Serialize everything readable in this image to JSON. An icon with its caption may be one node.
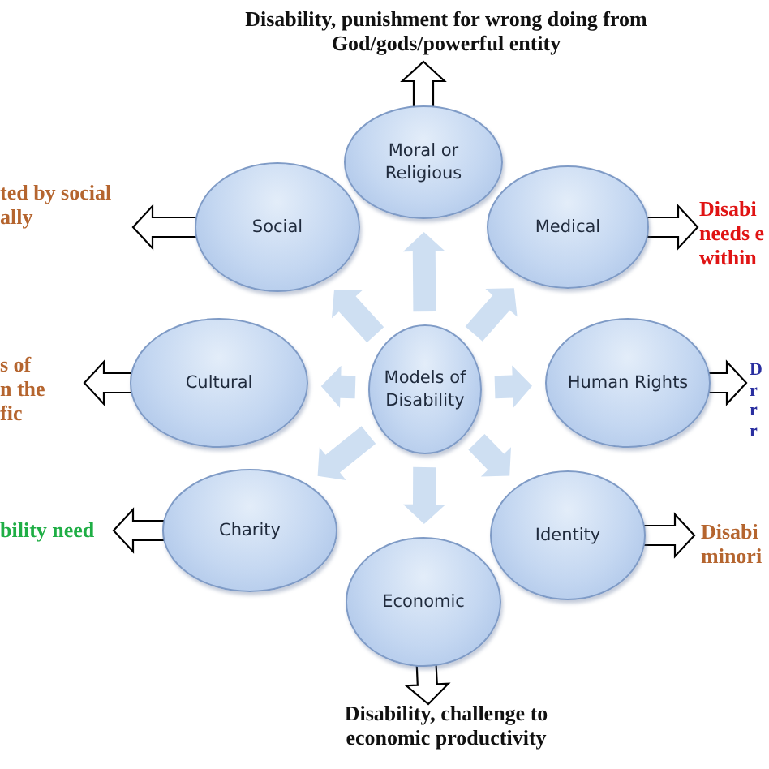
{
  "diagram": {
    "nodes": [
      {
        "text": [
          "Models of Disability"
        ]
      },
      {
        "text": [
          "Moral or Religious"
        ]
      },
      {
        "text": [
          "Social"
        ]
      },
      {
        "text": [
          "Medical"
        ]
      },
      {
        "text": [
          "Cultural"
        ]
      },
      {
        "text": [
          "Human Rights"
        ]
      },
      {
        "text": [
          "Charity"
        ]
      },
      {
        "text": [
          "Identity"
        ]
      },
      {
        "text": [
          "Economic"
        ]
      },
      {
        "text": [
          "Disability, punishment for wrong doing from God/gods/powerful entity"
        ]
      },
      {
        "text": [
          "ted by social ally"
        ]
      },
      {
        "text": [
          "Disabi needs e within"
        ]
      },
      {
        "text": [
          "s of n the fic"
        ]
      },
      {
        "text": [
          "D r r r"
        ]
      },
      {
        "text": [
          "bility need"
        ]
      },
      {
        "text": [
          "Disabi minori"
        ]
      },
      {
        "text": [
          "Disability, challenge to economic productivity"
        ]
      }
    ],
    "edges": [
      {
        "from": 0,
        "to": 1,
        "arrow": "to",
        "style": "thick",
        "color": "#c6d9f0"
      },
      {
        "from": 0,
        "to": 3,
        "arrow": "to",
        "style": "thick",
        "color": "#c6d9f0"
      },
      {
        "from": 0,
        "to": 5,
        "arrow": "to",
        "style": "thick",
        "color": "#c6d9f0"
      },
      {
        "from": 0,
        "to": 7,
        "arrow": "to",
        "style": "thick",
        "color": "#c6d9f0"
      },
      {
        "from": 0,
        "to": 8,
        "arrow": "to",
        "style": "thick",
        "color": "#c6d9f0"
      },
      {
        "from": 0,
        "to": 6,
        "arrow": "to",
        "style": "thick",
        "color": "#c6d9f0"
      },
      {
        "from": 0,
        "to": 4,
        "arrow": "to",
        "style": "thick",
        "color": "#c6d9f0"
      },
      {
        "from": 0,
        "to": 2,
        "arrow": "to",
        "style": "thick",
        "color": "#c6d9f0"
      },
      {
        "from": 1,
        "to": 9,
        "arrow": "to"
      },
      {
        "from": 2,
        "to": 10,
        "arrow": "to"
      },
      {
        "from": 3,
        "to": 11,
        "arrow": "to"
      },
      {
        "from": 4,
        "to": 12,
        "arrow": "to"
      },
      {
        "from": 5,
        "to": 13,
        "arrow": "to"
      },
      {
        "from": 6,
        "to": 14,
        "arrow": "to"
      },
      {
        "from": 7,
        "to": 15,
        "arrow": "to"
      },
      {
        "from": 8,
        "to": 16,
        "arrow": "to"
      }
    ]
  }
}
